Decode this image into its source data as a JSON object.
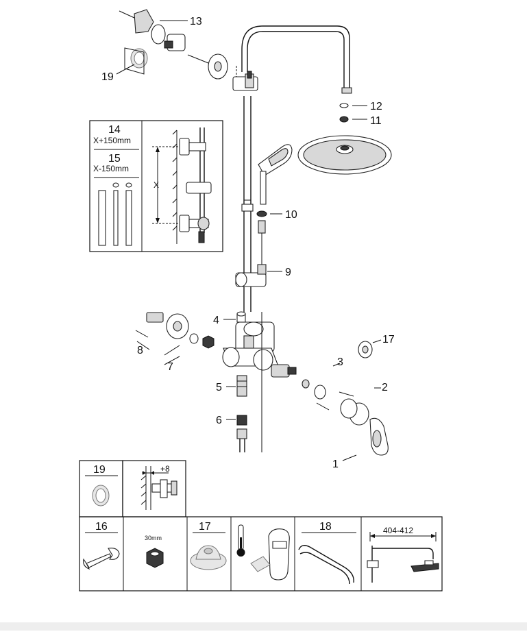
{
  "callouts": {
    "c1": "1",
    "c2": "2",
    "c3": "3",
    "c4": "4",
    "c5": "5",
    "c6": "6",
    "c7": "7",
    "c8": "8",
    "c9": "9",
    "c10": "10",
    "c11": "11",
    "c12": "12",
    "c13": "13",
    "c17": "17",
    "c19": "19"
  },
  "inset_extension": {
    "item_14": "14",
    "item_14_text": "X+150mm",
    "item_15": "15",
    "item_15_text": "X-150mm",
    "dimension_x": "X"
  },
  "detail_boxes": {
    "b19": "19",
    "offset": "+8",
    "b16": "16",
    "nut_size": "30mm",
    "b17": "17",
    "b18": "18",
    "arm_reach": "404-412"
  }
}
